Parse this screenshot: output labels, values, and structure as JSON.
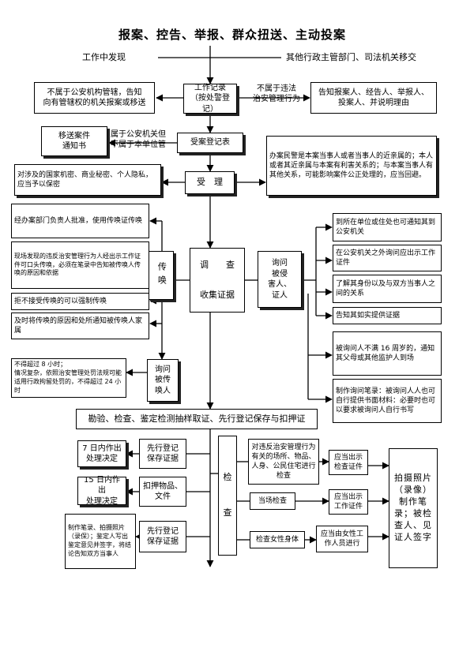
{
  "top": {
    "sources": "报案、控告、举报、群众扭送、主动投案",
    "found_in_work": "工作中发现",
    "transfer": "其他行政主管部门、司法机关移交"
  },
  "record": {
    "work_record": "工作记录\n（按处警登记）",
    "not_jurisdiction": "不属于公安机构管辖，告知\n向有管辖权的机关报案或移送",
    "not_violation_label": "不属于违法\n治安管理行为",
    "notify_reporter": "告知报案人、经告人、举报人、\n投案人、并说明理由"
  },
  "registration": {
    "transfer_notice": "移送案件\n通知书",
    "belongs_label": "属于公安机关但\n不属于本单位管",
    "reg_form": "受案登记表",
    "avoidance": "办案民警是本案当事人或者当事人的近亲属的；本人或者其近亲属与本案有利害关系的；与本案当事人有其他关系，可能影响案件公正处理的，应当回避。",
    "confidential": "对涉及的国家机密、商业秘密、个人隐私，应当予以保密",
    "accept": "受　理"
  },
  "summon": {
    "approved": "经办案部门负责人批准，使用传唤证传唤",
    "oral": "现场发现的违反治安管理行为人经出示工作证件可口头传唤，必须在笔录中告知被传唤人传唤的原因和依据",
    "force": "拒不接受传唤的可以强制传唤",
    "notify_family": "及时将传唤的原因和处所通知被传唤人家属",
    "summon_label": "传唤",
    "investigate": "调　　查",
    "collect": "收集证据",
    "time_limit": "不得超过 8 小时；\n情况复杂，依照治安管理处罚法规可能\n适用行政拘留处罚的，不得超过 24 小时",
    "interview_summoned": "询问\n被传\n唤人"
  },
  "victim": {
    "label": "询问\n被侵\n害人、\n证人",
    "notify_place": "到所在单位或住处也可通知其到公安机关",
    "show_cert": "在公安机关之外询问应出示工作证件",
    "relationship": "了解其身份以及与双方当事人之间的关系",
    "truthful": "告知其如实提供证据",
    "under16": "被询问人不满 16 周岁的，通知其父母或其他监护人到场",
    "record": "制作询问笔录：被询问人人也可自行提供书面材料：必要时也可以要求被询问人自行书写"
  },
  "evidence": {
    "header": "勘验、检查、鉴定检测抽样取证、先行登记保存与扣押证",
    "seven_days": "7 日内作出\n处理决定",
    "register_preserve1": "先行登记\n保存证据",
    "fifteen_days": "15 日内作出\n处理决定",
    "seize": "扣押物品、\n文件",
    "notes": "制作笔录、拍摄照片（录保）；鉴定人写出鉴定意见并签字，将结论告知双方当事人",
    "register_preserve2": "先行登记\n保存证据",
    "inspect": "检\n\n\n查",
    "inspect_place": "对违反治安管理行为有关的场所、物品、人身、公民住宅进行检查",
    "show_cert1": "应当出示\n检查证件",
    "onsite": "当场检查",
    "show_cert2": "应当出示\n工作证件",
    "female": "检查女性身体",
    "female_staff": "应当由女性工\n作人员进行",
    "photo": "拍摄照片（录像）制作笔录；被检查人、见证人签字"
  }
}
